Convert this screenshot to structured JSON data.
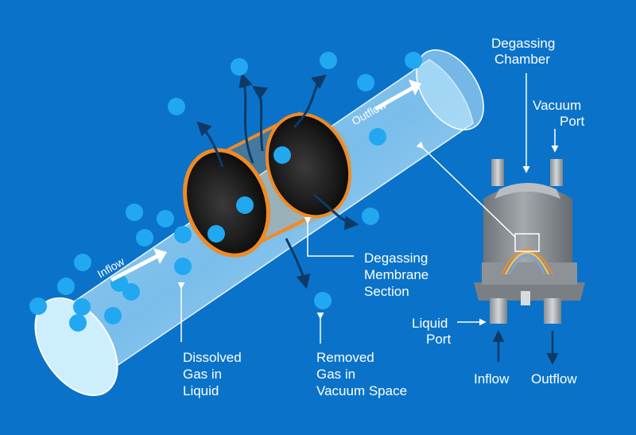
{
  "labels": {
    "inflow_tube": "Inflow",
    "outflow_tube": "Outflow",
    "degassing_chamber": [
      "Degassing",
      "Chamber"
    ],
    "vacuum_port": [
      "Vacuum",
      "Port"
    ],
    "liquid_port": [
      "Liquid",
      "Port"
    ],
    "membrane_section": [
      "Degassing",
      "Membrane",
      "Section"
    ],
    "dissolved_gas": [
      "Dissolved",
      "Gas in",
      "Liquid"
    ],
    "removed_gas": [
      "Removed",
      "Gas in",
      "Vacuum Space"
    ],
    "device_inflow": "Inflow",
    "device_outflow": "Outflow"
  },
  "colors": {
    "background": "#0a73c9",
    "bubble": "#21a8f0",
    "membrane_outline": "#f08a24",
    "gas_path": "#0d3a66",
    "device_body": "#8e9398"
  }
}
